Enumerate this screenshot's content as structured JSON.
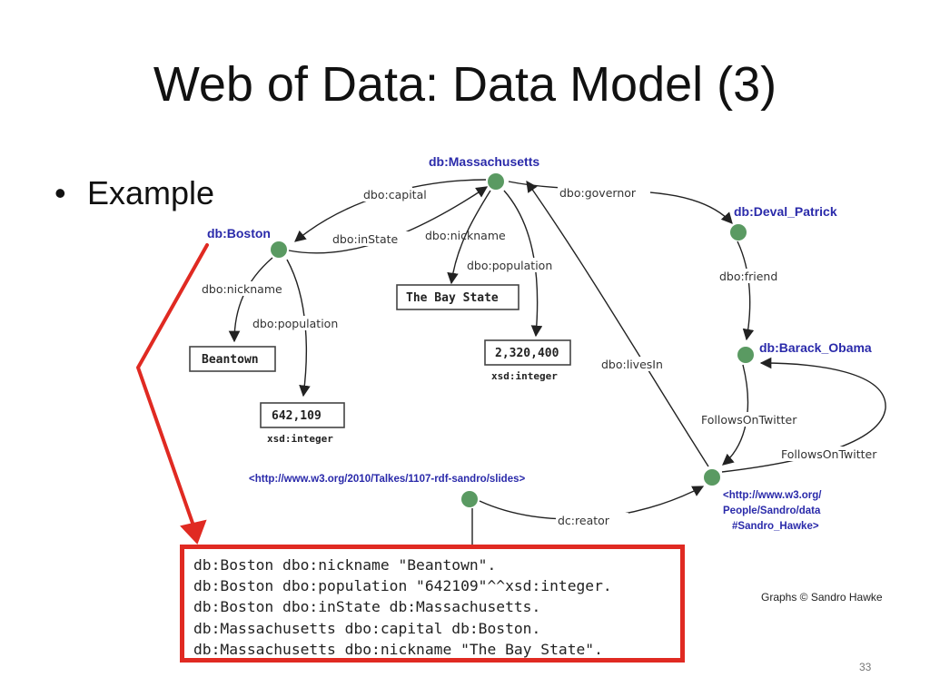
{
  "slide": {
    "title": "Web of Data: Data Model (3)",
    "bullet": "Example",
    "credit": "Graphs © Sandro Hawke",
    "page_number": "33"
  },
  "graph": {
    "nodes": {
      "massachusetts": "db:Massachusetts",
      "boston": "db:Boston",
      "deval_patrick": "db:Deval_Patrick",
      "barack_obama": "db:Barack_Obama",
      "slides": "<http://www.w3.org/2010/Talkes/1107-rdf-sandro/slides>",
      "sandro": [
        "<http://www.w3.org/",
        "People/Sandro/data",
        "#Sandro_Hawke>"
      ]
    },
    "literals": {
      "the_bay_state": "The Bay State",
      "ma_population": "2,320,400",
      "ma_population_type": "xsd:integer",
      "beantown": "Beantown",
      "boston_population": "642,109",
      "boston_population_type": "xsd:integer"
    },
    "edges": {
      "capital": "dbo:capital",
      "in_state": "dbo:inState",
      "governor": "dbo:governor",
      "ma_nickname": "dbo:nickname",
      "ma_population": "dbo:population",
      "boston_nickname": "dbo:nickname",
      "boston_population": "dbo:population",
      "friend": "dbo:friend",
      "lives_in": "dbo:livesIn",
      "follows_1": "FollowsOnTwitter",
      "follows_2": "FollowsOnTwitter",
      "creator": "dc:reator"
    },
    "colors": {
      "node": "#5a9a62",
      "uri_label": "#2a2aaa",
      "edge": "#222222",
      "highlight": "#e02a22"
    }
  },
  "code": {
    "lines": [
      "db:Boston dbo:nickname \"Beantown\".",
      "db:Boston dbo:population \"642109\"^^xsd:integer.",
      "db:Boston dbo:inState db:Massachusetts.",
      "db:Massachusetts dbo:capital db:Boston.",
      "db:Massachusetts dbo:nickname \"The Bay State\"."
    ]
  }
}
